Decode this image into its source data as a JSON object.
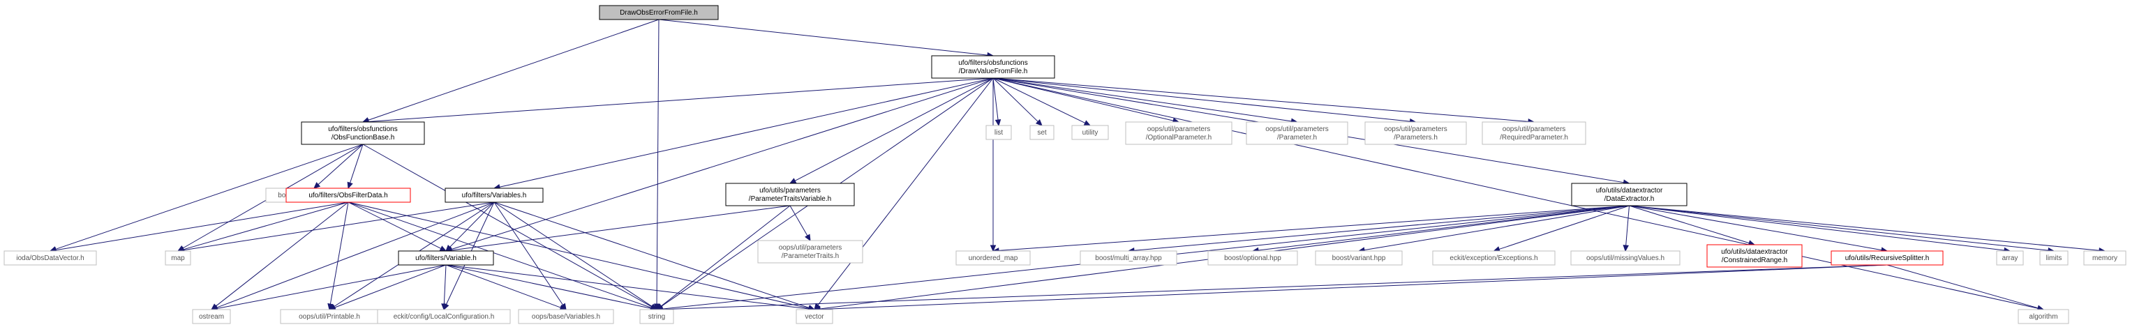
{
  "colors": {
    "edge": "#191970",
    "box_border_black": "#000000",
    "box_border_red": "#ff0000",
    "box_border_gray": "#bfbfbf",
    "box_fill_root": "#bfbfbf",
    "box_fill": "#ffffff",
    "text_gray": "#545454"
  },
  "nodes": {
    "root": {
      "lines": [
        "DrawObsErrorFromFile.h"
      ]
    },
    "drawvalue": {
      "lines": [
        "ufo/filters/obsfunctions",
        "/DrawValueFromFile.h"
      ]
    },
    "obsfunctionbase": {
      "lines": [
        "ufo/filters/obsfunctions",
        "/ObsFunctionBase.h"
      ]
    },
    "list": {
      "lines": [
        "list"
      ]
    },
    "set": {
      "lines": [
        "set"
      ]
    },
    "utility": {
      "lines": [
        "utility"
      ]
    },
    "optionalparameter": {
      "lines": [
        "oops/util/parameters",
        "/OptionalParameter.h"
      ]
    },
    "parameter": {
      "lines": [
        "oops/util/parameters",
        "/Parameter.h"
      ]
    },
    "parameters": {
      "lines": [
        "oops/util/parameters",
        "/Parameters.h"
      ]
    },
    "requiredparameter": {
      "lines": [
        "oops/util/parameters",
        "/RequiredParameter.h"
      ]
    },
    "noncopyable": {
      "lines": [
        "boost/noncopyable.hpp"
      ]
    },
    "obsfilterdata": {
      "lines": [
        "ufo/filters/ObsFilterData.h"
      ]
    },
    "variables": {
      "lines": [
        "ufo/filters/Variables.h"
      ]
    },
    "paramtraitsvariable": {
      "lines": [
        "ufo/utils/parameters",
        "/ParameterTraitsVariable.h"
      ]
    },
    "dataextractor": {
      "lines": [
        "ufo/utils/dataextractor",
        "/DataExtractor.h"
      ]
    },
    "obsdatavector": {
      "lines": [
        "ioda/ObsDataVector.h"
      ]
    },
    "map": {
      "lines": [
        "map"
      ]
    },
    "variable": {
      "lines": [
        "ufo/filters/Variable.h"
      ]
    },
    "paramtraits": {
      "lines": [
        "oops/util/parameters",
        "/ParameterTraits.h"
      ]
    },
    "unordered_map": {
      "lines": [
        "unordered_map"
      ]
    },
    "multi_array": {
      "lines": [
        "boost/multi_array.hpp"
      ]
    },
    "optional": {
      "lines": [
        "boost/optional.hpp"
      ]
    },
    "variant": {
      "lines": [
        "boost/variant.hpp"
      ]
    },
    "exceptions": {
      "lines": [
        "eckit/exception/Exceptions.h"
      ]
    },
    "missingvalues": {
      "lines": [
        "oops/util/missingValues.h"
      ]
    },
    "constrainedrange": {
      "lines": [
        "ufo/utils/dataextractor",
        "/ConstrainedRange.h"
      ]
    },
    "recursivesplitter": {
      "lines": [
        "ufo/utils/RecursiveSplitter.h"
      ]
    },
    "array": {
      "lines": [
        "array"
      ]
    },
    "limits": {
      "lines": [
        "limits"
      ]
    },
    "memory": {
      "lines": [
        "memory"
      ]
    },
    "ostream": {
      "lines": [
        "ostream"
      ]
    },
    "printable": {
      "lines": [
        "oops/util/Printable.h"
      ]
    },
    "localconfiguration": {
      "lines": [
        "eckit/config/LocalConfiguration.h"
      ]
    },
    "oopsvariables": {
      "lines": [
        "oops/base/Variables.h"
      ]
    },
    "string": {
      "lines": [
        "string"
      ]
    },
    "vector": {
      "lines": [
        "vector"
      ]
    },
    "algorithm": {
      "lines": [
        "algorithm"
      ]
    }
  }
}
